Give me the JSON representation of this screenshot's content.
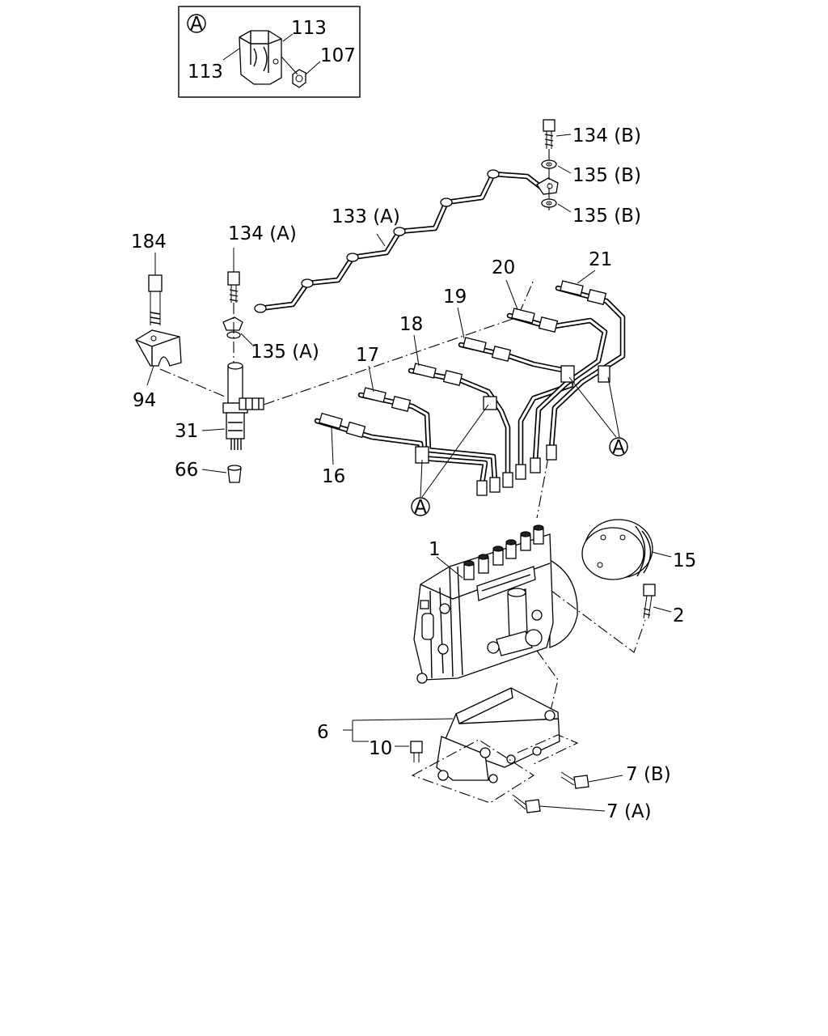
{
  "callouts": {
    "detail_a": "A",
    "p113_top": "113",
    "p113_left": "113",
    "p107": "107",
    "p134b": "134 (B)",
    "p135b_1": "135 (B)",
    "p135b_2": "135 (B)",
    "p133a": "133 (A)",
    "p184": "184",
    "p134a": "134 (A)",
    "p135a": "135 (A)",
    "p94": "94",
    "p31": "31",
    "p66": "66",
    "p16": "16",
    "p17": "17",
    "p18": "18",
    "p19": "19",
    "p20": "20",
    "p21": "21",
    "ref_a_left": "A",
    "ref_a_right": "A",
    "p1": "1",
    "p15": "15",
    "p2": "2",
    "p6": "6",
    "p10": "10",
    "p7b": "7 (B)",
    "p7a": "7 (A)"
  }
}
